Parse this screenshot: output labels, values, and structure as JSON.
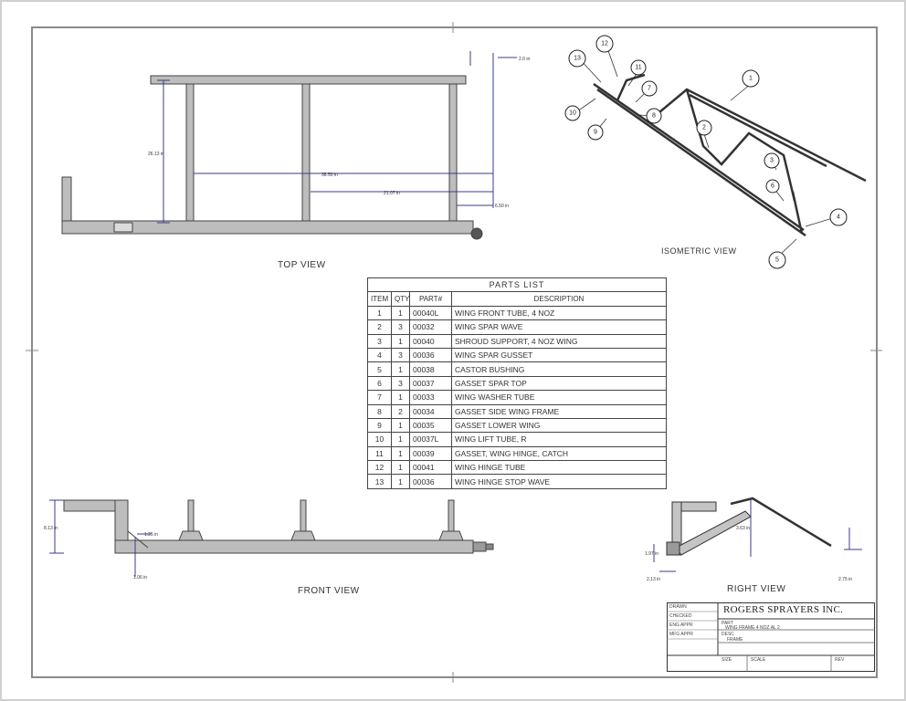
{
  "views": {
    "top": "TOP VIEW",
    "isometric": "ISOMETRIC VIEW",
    "front": "FRONT VIEW",
    "right": "RIGHT VIEW"
  },
  "parts_list": {
    "title": "PARTS LIST",
    "columns": [
      "ITEM",
      "QTY",
      "PART#",
      "DESCRIPTION"
    ],
    "rows": [
      [
        "1",
        "1",
        "00040L",
        "WING FRONT TUBE, 4 NOZ"
      ],
      [
        "2",
        "3",
        "00032",
        "WING SPAR WAVE"
      ],
      [
        "3",
        "1",
        "00040",
        "SHROUD SUPPORT, 4 NOZ WING"
      ],
      [
        "4",
        "3",
        "00036",
        "WING SPAR GUSSET"
      ],
      [
        "5",
        "1",
        "00038",
        "CASTOR BUSHING"
      ],
      [
        "6",
        "3",
        "00037",
        "GASSET SPAR TOP"
      ],
      [
        "7",
        "1",
        "00033",
        "WING WASHER TUBE"
      ],
      [
        "8",
        "2",
        "00034",
        "GASSET SIDE WING FRAME"
      ],
      [
        "9",
        "1",
        "00035",
        "GASSET LOWER WING"
      ],
      [
        "10",
        "1",
        "00037L",
        "WING LIFT TUBE, R"
      ],
      [
        "11",
        "1",
        "00039",
        "GASSET, WING HINGE, CATCH"
      ],
      [
        "12",
        "1",
        "00041",
        "WING HINGE TUBE"
      ],
      [
        "13",
        "1",
        "00036",
        "WING HINGE STOP WAVE"
      ]
    ]
  },
  "balloons": [
    "1",
    "2",
    "3",
    "4",
    "5",
    "6",
    "7",
    "8",
    "9",
    "10",
    "11",
    "12",
    "13"
  ],
  "dimensions": {
    "top": [
      "2.0 in",
      "26.13 in",
      "38.50 in",
      "21.07 in",
      "6.50 in"
    ],
    "front": [
      "8.13 in",
      "1.25 in",
      "1.06 in"
    ],
    "right": [
      "3.63 in",
      "1.97 in",
      "2.13 in",
      "2.75 in"
    ]
  },
  "title_block": {
    "company": "ROGERS SPRAYERS INC.",
    "rows": [
      "PART",
      "WING FRAME 4 NOZ AL 2",
      "DESC",
      "FRAME"
    ],
    "labels": [
      "DRAWN",
      "CHECKED",
      "ENG APPR",
      "MFG APPR",
      "SIZE",
      "SCALE",
      "REV"
    ]
  }
}
